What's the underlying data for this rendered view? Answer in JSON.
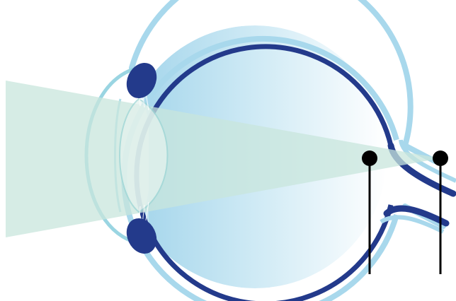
{
  "diagram": {
    "subject": "eye-light-focus",
    "colors": {
      "sclera": "#a8d8ec",
      "retina": "#233a8b",
      "vitreous_start": "#9fd3ea",
      "vitreous_end": "#ffffff",
      "light_beam": "#c8e6dc",
      "cornea": "#8fd0df",
      "lens": "#e4f2ee",
      "pointer": "#000000"
    },
    "pointers": [
      {
        "name": "retina-focus-point"
      },
      {
        "name": "behind-retina-focus-point"
      }
    ]
  }
}
